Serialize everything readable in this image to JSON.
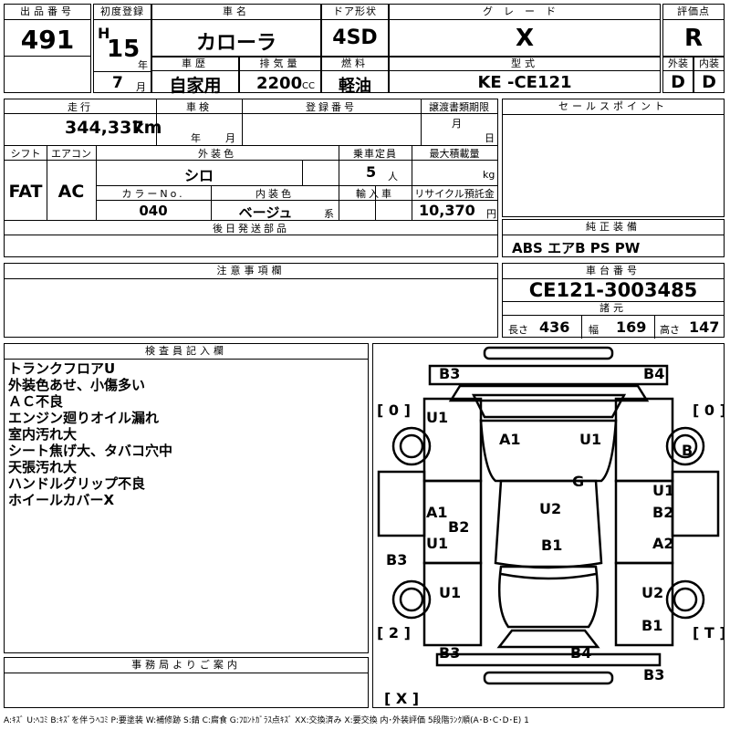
{
  "header": {
    "lot_label": "出品番号",
    "lot": "491",
    "first_reg_label": "初度登録",
    "era": "H",
    "year": "15",
    "year_unit": "年",
    "month": "7",
    "month_unit": "月",
    "name_label": "車名",
    "name": "カローラ",
    "door_label": "ドア形状",
    "door": "4SD",
    "grade_label": "グレード",
    "grade": "X",
    "score_label": "評価点",
    "score": "R",
    "history_label": "車歴",
    "history": "自家用",
    "cc_label": "排気量",
    "cc": "2200",
    "cc_unit": "CC",
    "fuel_label": "燃料",
    "fuel": "軽油",
    "model_label": "型式",
    "model": "KE -CE121",
    "ext_label": "外装",
    "ext": "D",
    "int_label": "内装",
    "int": "D"
  },
  "info": {
    "mileage_label": "走行",
    "mileage": "344,337",
    "mileage_unit": "km",
    "inspection_label": "車検",
    "insp_year_unit": "年",
    "insp_month_unit": "月",
    "reg_label": "登録番号",
    "transfer_label": "譲渡書類期限",
    "transfer_month_unit": "月",
    "transfer_day_unit": "日",
    "shift_label": "シフト",
    "shift": "FAT",
    "ac_label": "エアコン",
    "ac": "AC",
    "color_label": "外装色",
    "color": "シロ",
    "capacity_label": "乗車定員",
    "capacity": "5",
    "capacity_unit": "人",
    "load_label": "最大積載量",
    "load_unit": "kg",
    "color_no_label": "カラーNo.",
    "color_no": "040",
    "interior_label": "内装色",
    "interior": "ベージュ",
    "interior_unit": "系",
    "import_label": "輸入車",
    "recycle_label": "リサイクル預託金",
    "recycle": "10,370",
    "recycle_unit": "円",
    "later_label": "後日発送部品"
  },
  "sales": {
    "label": "セールスポイント"
  },
  "equipment": {
    "label": "純正装備",
    "value": "ABS エアB PS PW"
  },
  "notes_header": {
    "label": "注意事項欄"
  },
  "chassis": {
    "label": "車台番号",
    "value": "CE121-3003485"
  },
  "specs": {
    "label": "諸元",
    "length_label": "長さ",
    "length": "436",
    "width_label": "幅",
    "width": "169",
    "height_label": "高さ",
    "height": "147"
  },
  "inspector": {
    "label": "検査員記入欄",
    "lines": [
      "トランクフロアU",
      "外装色あせ、小傷多い",
      "ＡＣ不良",
      "エンジン廻りオイル漏れ",
      "室内汚れ大",
      "シート焦げ大、タバコ穴中",
      "天張汚れ大",
      "ハンドルグリップ不良",
      "ホイールカバーX"
    ]
  },
  "office": {
    "label": "事務局よりご案内"
  },
  "legend": "A:ｷｽﾞ U:ﾍｺﾐ B:ｷｽﾞを伴うﾍｺﾐ P:要塗装 W:補修跡 S:錆 C:腐食 G:ﾌﾛﾝﾄｶﾞﾗｽ点ｷｽﾞ XX:交換済み X:要交換 内･外装評価 5段階ﾗﾝｸ順(A･B･C･D･E) 1",
  "diagram": {
    "tire_fl": "[ 0 ]",
    "tire_fr": "[ 0 ]",
    "tire_rl": "[ 2 ]",
    "tire_rr": "[ T ]",
    "spare": "[ X ]",
    "marks": [
      "B3",
      "B4",
      "U1",
      "A1",
      "U1",
      "B",
      "G",
      "U1",
      "A1",
      "B2",
      "U2",
      "B2",
      "B3",
      "U1",
      "B1",
      "A2",
      "U1",
      "U2",
      "B1",
      "B3",
      "B4",
      "B3"
    ]
  }
}
